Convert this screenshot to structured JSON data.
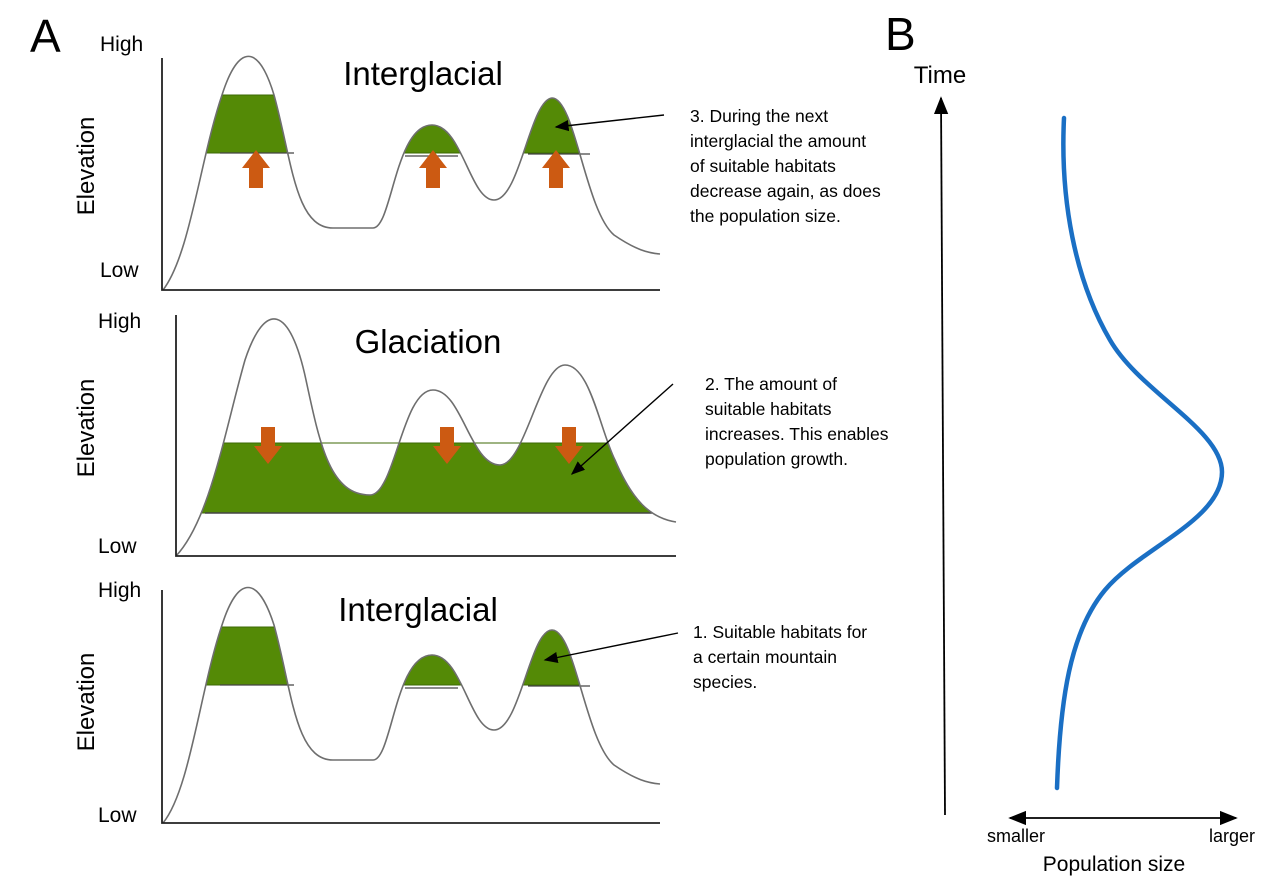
{
  "panel_a": {
    "letter": "A",
    "panels": [
      {
        "title": "Interglacial",
        "y_label": "Elevation",
        "high_label": "High",
        "low_label": "Low",
        "note": [
          "3. During the next",
          "interglacial the amount",
          "of suitable habitats",
          "decrease again, as does",
          "the population size."
        ],
        "arrow_direction": "up"
      },
      {
        "title": "Glaciation",
        "y_label": "Elevation",
        "high_label": "High",
        "low_label": "Low",
        "note": [
          "2. The amount of",
          "suitable habitats",
          "increases. This enables",
          "population growth."
        ],
        "arrow_direction": "down"
      },
      {
        "title": "Interglacial",
        "y_label": "Elevation",
        "high_label": "High",
        "low_label": "Low",
        "note": [
          "1. Suitable habitats for",
          "a certain mountain",
          "species."
        ],
        "arrow_direction": "none"
      }
    ]
  },
  "panel_b": {
    "letter": "B",
    "y_axis_label": "Time",
    "x_axis_label": "Population size",
    "x_left_label": "smaller",
    "x_right_label": "larger"
  },
  "colors": {
    "habitat": "#548a06",
    "arrow": "#cc5a12",
    "curve": "#1a6fc4",
    "outline": "#6e6e6e"
  }
}
